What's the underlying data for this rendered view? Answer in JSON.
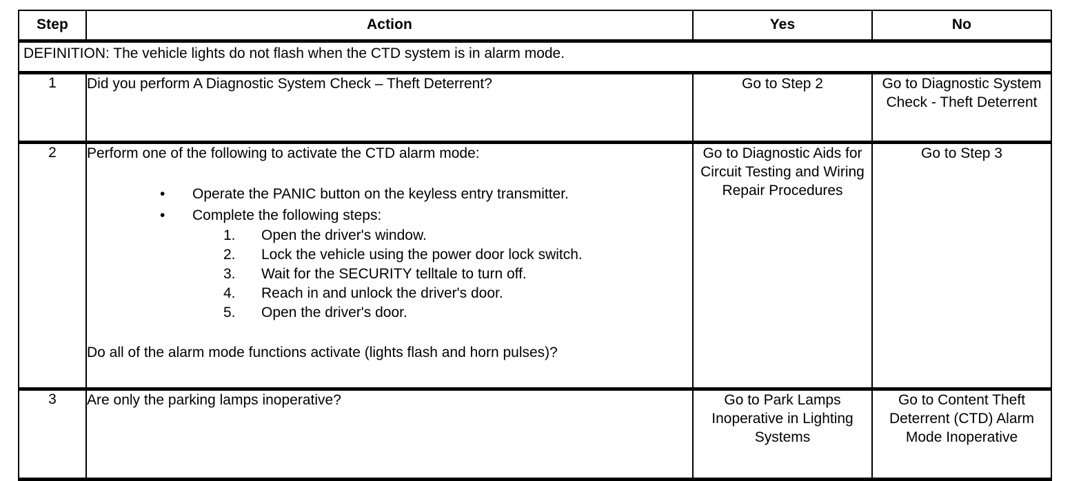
{
  "table": {
    "headers": {
      "step": "Step",
      "action": "Action",
      "yes": "Yes",
      "no": "No"
    },
    "definition": "DEFINITION: The vehicle lights do not flash when the CTD system is in alarm mode.",
    "rows": [
      {
        "step": "1",
        "action_lead": "Did you perform A Diagnostic System Check – Theft Deterrent?",
        "bullets": [],
        "numbered": [],
        "action_tail": "",
        "yes": "Go to Step 2",
        "no": "Go to Diagnostic System Check - Theft Deterrent"
      },
      {
        "step": "2",
        "action_lead": "Perform one of the following to activate the CTD alarm mode:",
        "bullets": [
          "Operate the PANIC button on the keyless entry transmitter.",
          "Complete the following steps:"
        ],
        "numbered": [
          "Open the driver's window.",
          "Lock the vehicle using the power door lock switch.",
          "Wait for the SECURITY telltale to turn off.",
          "Reach in and unlock the driver's door.",
          "Open the driver's door."
        ],
        "action_tail": "Do all of the alarm mode functions activate (lights flash and horn pulses)?",
        "yes": "Go to Diagnostic Aids for Circuit Testing and Wiring Repair Procedures",
        "no": "Go to Step 3"
      },
      {
        "step": "3",
        "action_lead": "Are only the parking lamps inoperative?",
        "bullets": [],
        "numbered": [],
        "action_tail": "",
        "yes": "Go to Park Lamps Inoperative in Lighting Systems",
        "no": "Go to Content Theft Deterrent (CTD) Alarm Mode Inoperative"
      }
    ],
    "markers": {
      "bullet": "•",
      "numbers": [
        "1.",
        "2.",
        "3.",
        "4.",
        "5."
      ]
    },
    "colors": {
      "border": "#000000",
      "text": "#000000",
      "background": "#ffffff"
    }
  }
}
